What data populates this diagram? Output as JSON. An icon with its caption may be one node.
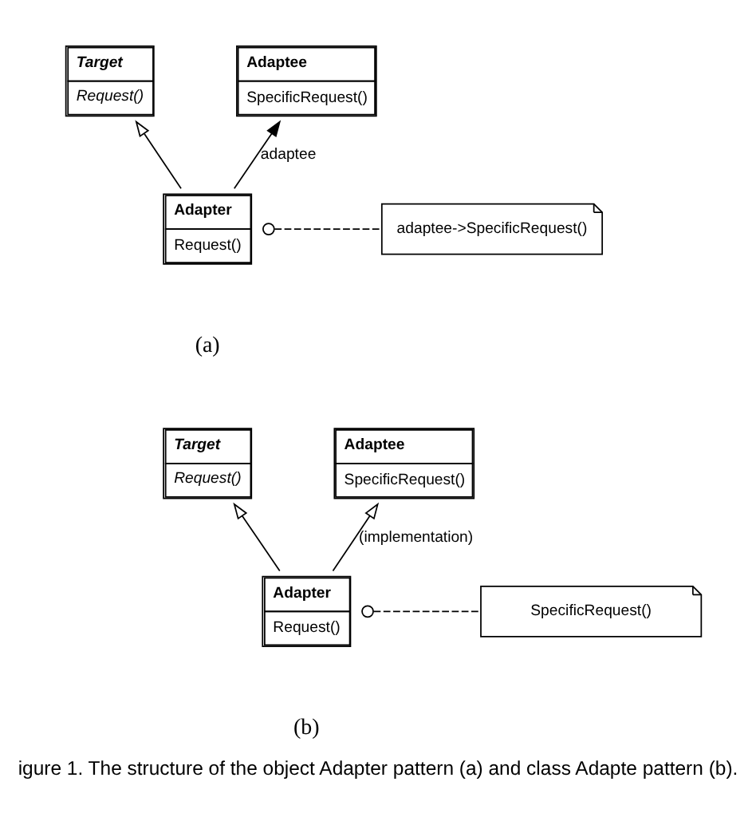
{
  "diagram": {
    "caption": "igure 1. The structure of the object Adapter pattern (a) and class Adapte pattern (b).",
    "nodes": [
      {
        "text": [
          "Target",
          "Request()"
        ]
      },
      {
        "text": [
          "Adaptee",
          "SpecificRequest()"
        ]
      },
      {
        "text": [
          "Adapter",
          "Request()"
        ]
      },
      {
        "text": [
          "adaptee->SpecificRequest()"
        ]
      },
      {
        "text": [
          "Target",
          "Request()"
        ]
      },
      {
        "text": [
          "Adaptee",
          "SpecificRequest()"
        ]
      },
      {
        "text": [
          "Adapter",
          "Request()"
        ]
      },
      {
        "text": [
          "SpecificRequest()"
        ]
      }
    ],
    "edges": [
      {
        "from": 2,
        "to": 0,
        "arrow": "to"
      },
      {
        "from": 2,
        "to": 1,
        "arrow": "to",
        "label": "adaptee"
      },
      {
        "from": 2,
        "to": 3,
        "arrow": "other",
        "style": "dashed"
      },
      {
        "from": 6,
        "to": 4,
        "arrow": "to"
      },
      {
        "from": 6,
        "to": 5,
        "arrow": "to",
        "label": "(implementation)"
      },
      {
        "from": 6,
        "to": 7,
        "arrow": "other",
        "style": "dashed"
      }
    ],
    "labels": [
      "(a)",
      "(b)"
    ]
  }
}
